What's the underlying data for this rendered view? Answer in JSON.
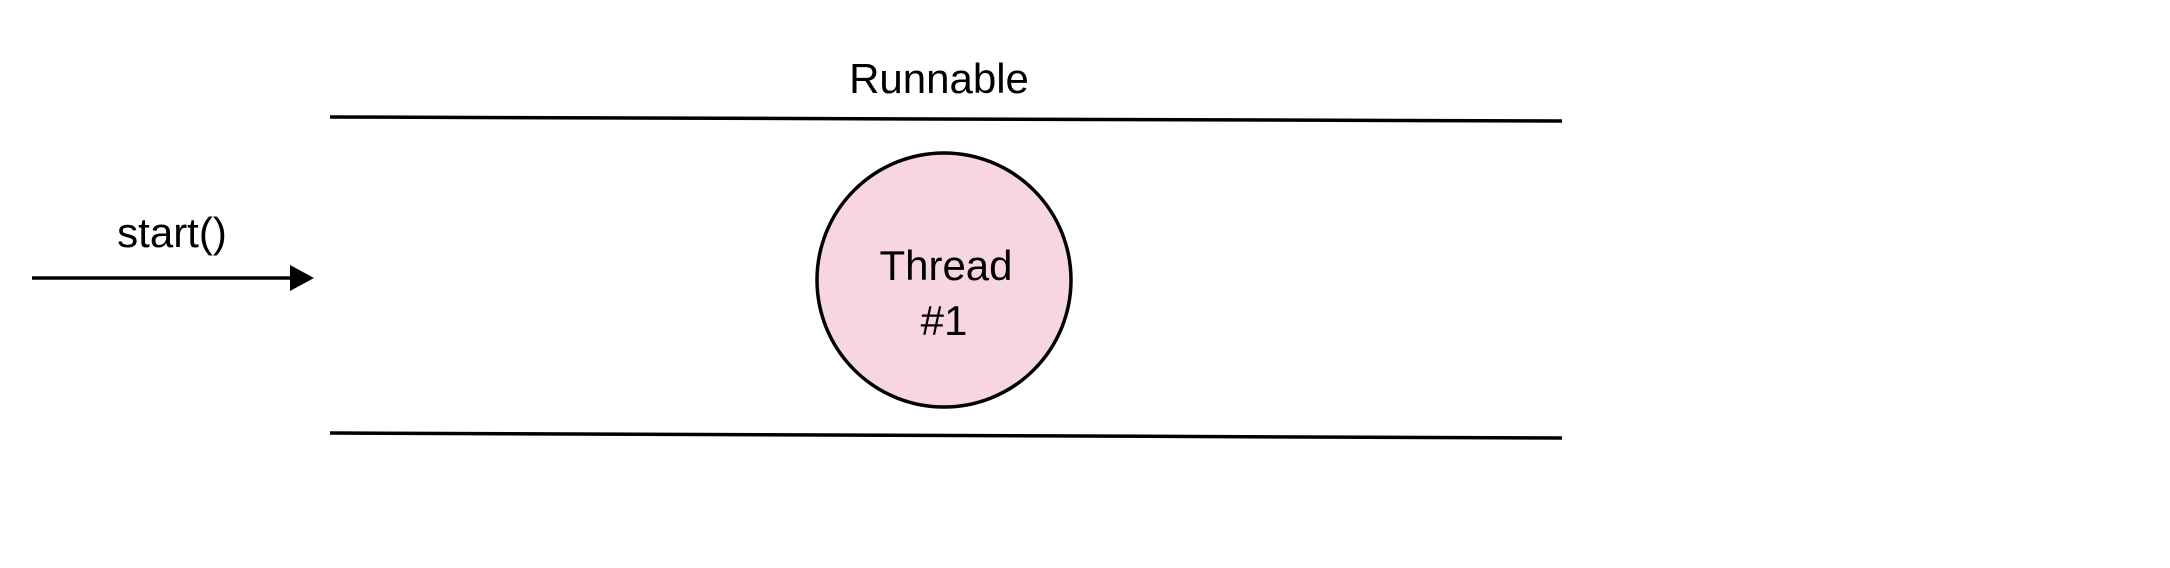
{
  "diagram": {
    "state_label": "Runnable",
    "transition_label": "start()",
    "thread": {
      "line1": "Thread",
      "line2": "#1",
      "fill_color": "#f7d5e3",
      "stroke_color": "#000000"
    },
    "line_color": "#000000"
  }
}
